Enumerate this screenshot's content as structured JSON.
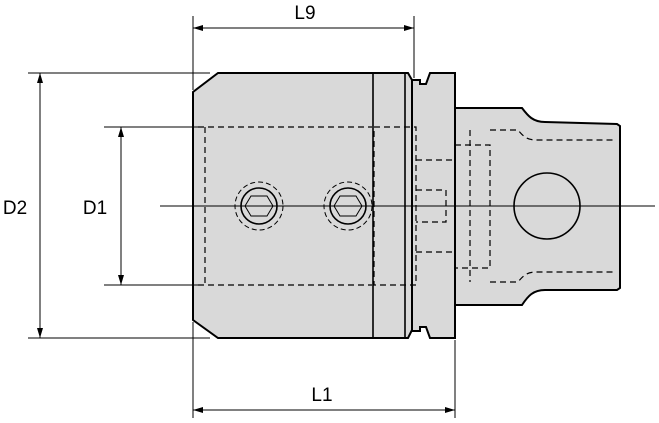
{
  "dimensions": {
    "l9": "L9",
    "l1": "L1",
    "d2": "D2",
    "d1": "D1"
  },
  "colors": {
    "part_fill": "#d9d9d9",
    "line": "#000000",
    "background": "#ffffff"
  }
}
